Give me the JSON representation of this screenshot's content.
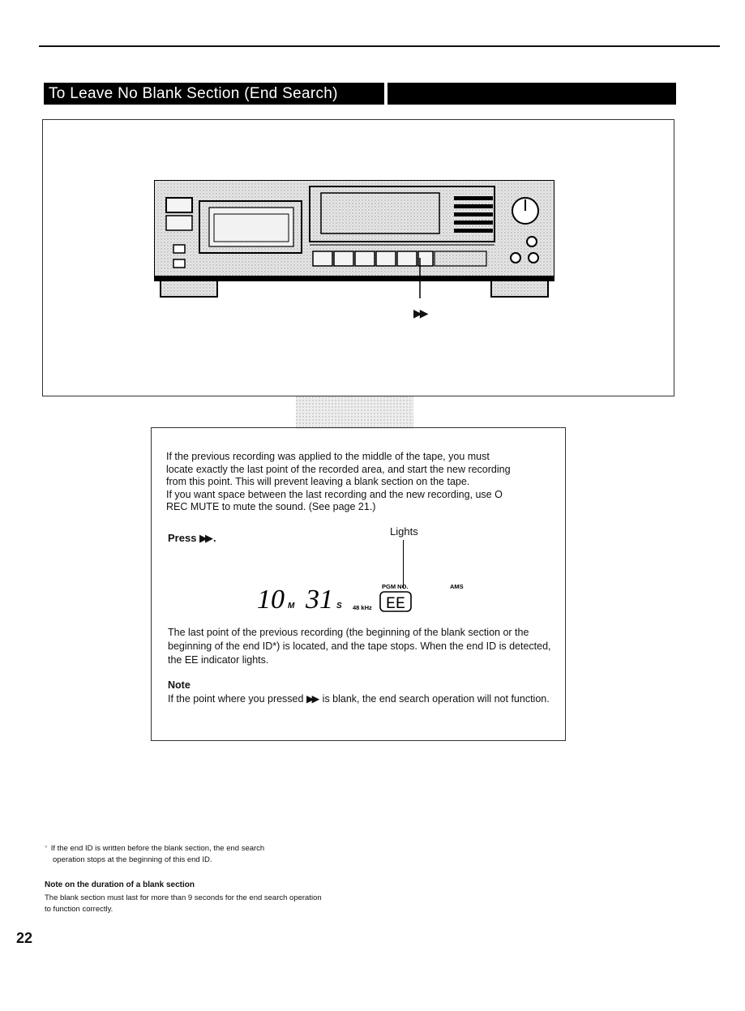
{
  "section_title": "To Leave No Blank Section (End Search)",
  "illustration": {
    "ff_button_label": "▶▶"
  },
  "body": {
    "intro_lines": [
      "If the previous recording was applied to the middle of the tape, you must",
      "locate exactly the last point of the recorded area, and start the new recording",
      "from this point. This will prevent leaving a blank section on the tape.",
      "If you want space between the last recording and the new recording, use O",
      "REC MUTE to mute the sound. (See page 21.)"
    ],
    "press_label": "Press",
    "press_symbol": "▶▶",
    "press_suffix": ".",
    "lights_label": "Lights",
    "lcd": {
      "minutes": "10",
      "minutes_unit": "M",
      "seconds": "31",
      "seconds_unit": "S",
      "freq": "48 kHz",
      "pgm_label": "PGM NO.",
      "ams_label": "AMS",
      "indicator": "EE"
    },
    "result_text": "The last point of the previous recording (the beginning of the blank section or the beginning of the end ID*) is located, and the tape stops. When the end ID is detected, the EE indicator lights.",
    "note_heading": "Note",
    "note_prefix": "If the point where you pressed",
    "note_symbol": "▶▶",
    "note_suffix": "is blank, the end search operation will not function."
  },
  "footnote": {
    "mark": "*",
    "line1": "If the end ID is written before the blank section, the end search",
    "line2": "operation stops at the beginning of this end ID."
  },
  "duration_note": {
    "heading": "Note on the duration of a blank section",
    "text": "The blank section must last for more than 9 seconds for the end search operation to function correctly."
  },
  "page_number": "22"
}
